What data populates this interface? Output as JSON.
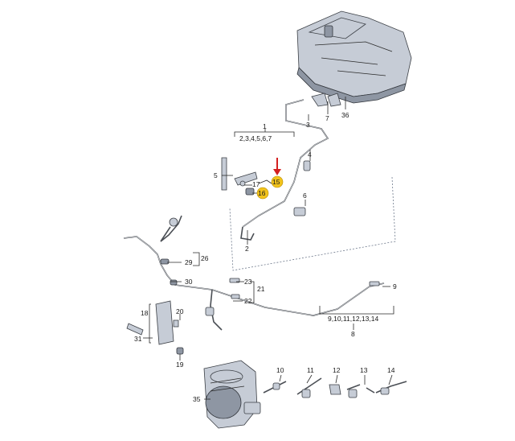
{
  "callouts": {
    "c1": "1",
    "c1_group": "2,3,4,5,6,7",
    "c2": "2",
    "c3": "3",
    "c4": "4",
    "c5": "5",
    "c6": "6",
    "c7": "7",
    "c8": "8",
    "c8_group": "9,10,11,12,13,14",
    "c9": "9",
    "c10": "10",
    "c11": "11",
    "c12": "12",
    "c13": "13",
    "c14": "14",
    "c15": "15",
    "c16": "16",
    "c17": "17",
    "c18": "18",
    "c19": "19",
    "c20": "20",
    "c21": "21",
    "c22": "22",
    "c23": "23",
    "c26": "26",
    "c29": "29",
    "c30": "30",
    "c31": "31",
    "c35": "35",
    "c36": "36"
  },
  "highlight": {
    "color": "#f2c31b",
    "arrow_color": "#d42020",
    "highlighted": [
      "15",
      "16"
    ]
  }
}
